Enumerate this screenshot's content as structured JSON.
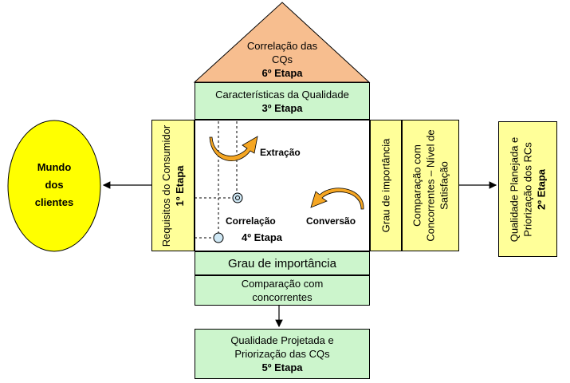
{
  "roof": {
    "line1": "Correlação das",
    "line2": "CQs",
    "step": "6º Etapa"
  },
  "top_header": {
    "title": "Características da Qualidade",
    "step": "3º Etapa"
  },
  "left_column": {
    "title": "Requisitos do Consumidor",
    "step": "1º Etapa"
  },
  "center": {
    "extraction_label": "Extração",
    "correlation_label": "Correlação",
    "conversion_label": "Conversão",
    "step": "4º Etapa"
  },
  "right_column_1": {
    "title": "Grau de importância"
  },
  "right_column_2": {
    "line1": "Comparação com",
    "line2": "Concorrentes – Nível de",
    "line3": "Satisfação"
  },
  "customer_world": {
    "line1": "Mundo",
    "line2": "dos",
    "line3": "clientes"
  },
  "planned_quality": {
    "line1": "Qualidade Planejada e",
    "line2": "Priorização dos RCs",
    "step": "2º Etapa"
  },
  "bottom_importance": {
    "title": "Grau de importância"
  },
  "bottom_comparison": {
    "line1": "Comparação com",
    "line2": "concorrentes"
  },
  "designed_quality": {
    "line1": "Qualidade Projetada e",
    "line2": "Priorização das CQs",
    "step": "5º Etapa"
  },
  "colors": {
    "green": "#ccf5cc",
    "yellow": "#ffff99",
    "roof": "#f7be8f",
    "ellipse": "#ffff00",
    "arrow_orange": "#f5a623",
    "circle_blue": "#cfe8f5"
  }
}
